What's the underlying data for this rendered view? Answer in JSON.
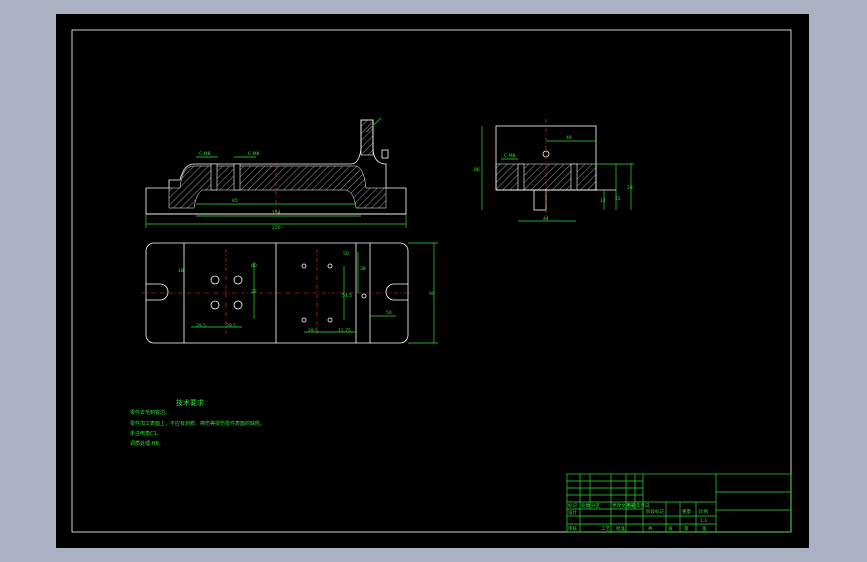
{
  "drawing": {
    "front_view_dims": [
      "C-M8",
      "C-M8",
      "85",
      "154",
      "220"
    ],
    "side_view_dims": [
      "49",
      "C-M8",
      "86",
      "28",
      "12",
      "22",
      "44"
    ],
    "top_view_dims": [
      "50",
      "38",
      "80",
      "18",
      "32",
      "29.5",
      "54.5",
      "29.5",
      "29.5",
      "12.75",
      "50",
      "90"
    ],
    "tech_title": "技术要求",
    "tech_notes": [
      "零件去毛刺锐边。",
      "零件加工表面上，不应有划痕、擦伤等损伤零件表面的缺陷。",
      "未注倒角C1。",
      "调质处理 HB。"
    ],
    "title_block": {
      "row_labels": [
        "标记",
        "处数",
        "分区",
        "更改文件号",
        "签名",
        "年月日"
      ],
      "stage_labels": [
        "阶段标记",
        "重量",
        "比例"
      ],
      "scale": "1:1",
      "sheet_labels": [
        "共",
        "张",
        "第",
        "张"
      ],
      "design": "设计",
      "review": "审核",
      "process": "工艺",
      "approve": "批准"
    }
  },
  "colors": {
    "background": "#a9b1c2",
    "sheet": "#000000",
    "dimension": "#2fe02f",
    "outline": "#ffffff",
    "centerline": "#ff3030"
  }
}
